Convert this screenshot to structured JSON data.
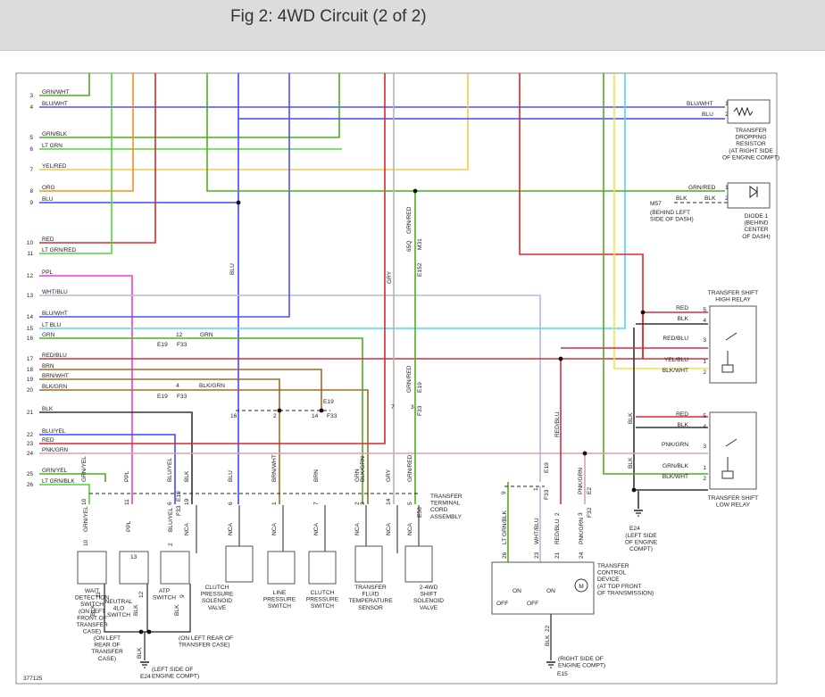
{
  "page": {
    "title": "Fig 2: 4WD Circuit (2 of 2)",
    "figure_number": "377125"
  },
  "colors": {
    "grn_wht": "#4caf1f",
    "blu_wht": "#4a52ff",
    "grn_blk": "#4caf1f",
    "lt_grn": "#52d33a",
    "yel_red": "#f5c842",
    "org": "#ff8a1e",
    "blu": "#3f48ff",
    "red": "#e1252b",
    "ppl": "#ef3bd8",
    "wht_blu": "#b8b8d8",
    "lt_blu": "#4fd6f3",
    "grn": "#4caf1f",
    "red_blu": "#d2303e",
    "brn": "#a06a28",
    "blk": "#333333",
    "gry": "#b4b4b4",
    "pnk_grn": "#d7a3a8",
    "yel_blu": "#f2df4a"
  },
  "left_circuits": [
    {
      "num": "3",
      "label": "GRN/WHT"
    },
    {
      "num": "4",
      "label": "BLU/WHT"
    },
    {
      "num": "5",
      "label": "GRN/BLK"
    },
    {
      "num": "6",
      "label": "LT GRN"
    },
    {
      "num": "7",
      "label": "YEL/RED"
    },
    {
      "num": "8",
      "label": "ORG"
    },
    {
      "num": "9",
      "label": "BLU"
    },
    {
      "num": "10",
      "label": "RED"
    },
    {
      "num": "11",
      "label": "LT GRN/RED"
    },
    {
      "num": "12",
      "label": "PPL"
    },
    {
      "num": "13",
      "label": "WHT/BLU"
    },
    {
      "num": "14",
      "label": "BLU/WHT"
    },
    {
      "num": "15",
      "label": "LT BLU"
    },
    {
      "num": "16",
      "label": "GRN"
    },
    {
      "num": "17",
      "label": "RED/BLU"
    },
    {
      "num": "18",
      "label": "BRN"
    },
    {
      "num": "19",
      "label": "BRN/WHT"
    },
    {
      "num": "20",
      "label": "BLK/GRN"
    },
    {
      "num": "21",
      "label": "BLK"
    },
    {
      "num": "22",
      "label": "BLU/YEL"
    },
    {
      "num": "23",
      "label": "RED"
    },
    {
      "num": "24",
      "label": "PNK/GRN"
    },
    {
      "num": "25",
      "label": "GRN/YEL"
    },
    {
      "num": "26",
      "label": "LT GRN/BLK"
    }
  ],
  "inline": {
    "c16_pin": "12",
    "c16_conn_a": "E19",
    "c16_conn_b": "F33",
    "c16_wire": "GRN",
    "c20_pin": "4",
    "c20_conn_a": "E19",
    "c20_conn_b": "F33",
    "c20_wire": "BLK/GRN",
    "vert_blu": "BLU",
    "vert_gry": "GRY",
    "vert_grn_red": "GRN/RED",
    "e152": "E152",
    "m31": "M31",
    "pin_65q": "65Q",
    "pin16": "16",
    "pin2": "2",
    "pin14": "14",
    "conn_e19": "E19",
    "conn_f33": "F33",
    "pin7": "7",
    "pin3": "3",
    "vert_grn_red2": "GRN/RED",
    "e19b": "E19",
    "f33b": "F33"
  },
  "resistor": {
    "name": "TRANSFER\nDROPPING\nRESISTOR\n(AT RIGHT SIDE\nOF ENGINE COMPT)",
    "wire1": "BLU/WHT",
    "wire2": "BLU",
    "pin1": "1",
    "pin2": "2"
  },
  "diode": {
    "name": "DIODE 1\n(BEHIND\nCENTER\nOF DASH)",
    "wire1": "GRN/RED",
    "wire2": "BLK",
    "wire2b": "BLK",
    "pin1": "1",
    "pin2": "2",
    "conn": "M57",
    "conn_loc": "(BEHIND LEFT\nSIDE OF DASH)"
  },
  "high_relay": {
    "name": "TRANSFER SHIFT\nHIGH RELAY",
    "pins": [
      {
        "num": "5",
        "wire": "RED"
      },
      {
        "num": "4",
        "wire": "BLK"
      },
      {
        "num": "3",
        "wire": "RED/BLU"
      },
      {
        "num": "1",
        "wire": "YEL/BLU"
      },
      {
        "num": "2",
        "wire": "BLK/WHT"
      }
    ]
  },
  "low_relay": {
    "name": "TRANSFER SHIFT\nLOW RELAY",
    "pins": [
      {
        "num": "5",
        "wire": "RED"
      },
      {
        "num": "4",
        "wire": "BLK"
      },
      {
        "num": "3",
        "wire": "PNK/GRN"
      },
      {
        "num": "1",
        "wire": "GRN/BLK"
      },
      {
        "num": "2",
        "wire": "BLK/WHT"
      }
    ]
  },
  "right_blk": "BLK",
  "right_blk2": "BLK",
  "ground_e24_right": {
    "id": "E24",
    "loc": "(LEFT SIDE\nOF ENGINE\nCOMPT)"
  },
  "terminal_cord": "TRANSFER\nTERMINAL\nCORD\nASSEMBLY",
  "cord_pins": [
    {
      "num": "10",
      "wire": "GRN/YEL"
    },
    {
      "num": "11",
      "wire": "PPL"
    },
    {
      "num": "6",
      "wire": "BLU/YEL"
    },
    {
      "num": "19",
      "wire": "BLK"
    },
    {
      "num": "6",
      "wire": "BLU"
    },
    {
      "num": "1",
      "wire": "BRN/WHT"
    },
    {
      "num": "7",
      "wire": "BRN"
    },
    {
      "num": "2",
      "wire": "GRN"
    },
    {
      "num": "3",
      "wire": "BLK/GRN"
    },
    {
      "num": "14",
      "wire": "GRY"
    },
    {
      "num": "5",
      "wire": "GRN/RED"
    }
  ],
  "cord_conn": {
    "e19": "E19",
    "f33": "F33",
    "e56": "E56",
    "nca": "NCA"
  },
  "components": {
    "wait_switch": "WAIT\nDETECTION\nSWITCH\n(ON LEFT\nFRONT OF\nTRANSFER\nCASE)",
    "neutral_switch": "NEUTRAL\n4LO\nSWITCH",
    "atp_switch": "ATP\nSWITCH",
    "left_rear": "(ON LEFT\nREAR OF\nTRANSFER\nCASE)",
    "left_rear2": "(ON LEFT REAR OF\nTRANSFER CASE)",
    "clutch_valve": "CLUTCH\nPRESSURE\nSOLENOID\nVALVE",
    "line_switch": "LINE\nPRESSURE\nSWITCH",
    "clutch_switch": "CLUTCH\nPRESSURE\nSWITCH",
    "temp_sensor": "TRANSFER\nFLUID\nTEMPERATURE\nSENSOR",
    "shift_valve": "2-4WD\nSHIFT\nSOLENOID\nVALVE"
  },
  "switch_pins": {
    "wait": "10",
    "wait_wire": "GRN/YEL",
    "neutral": "13",
    "neutral_wire": "PPL",
    "atp": "2",
    "atp_wire": "BLU/YEL",
    "blk_11": "11",
    "blk_12": "12",
    "blk_9": "9",
    "blk": "BLK"
  },
  "ground_e24_left": {
    "id": "E24",
    "loc": "(LEFT SIDE OF\nENGINE COMPT)",
    "wire": "BLK"
  },
  "control_device": {
    "name": "TRANSFER\nCONTROL\nDEVICE\n(AT TOP FRONT\nOF TRANSMISSION)",
    "pins": [
      {
        "num": "26",
        "wire": "LT GRN/BLK"
      },
      {
        "num": "23",
        "wire": "WHT/BLU"
      },
      {
        "num": "21",
        "wire": "RED/BLU"
      },
      {
        "num": "24",
        "wire": "PNK/GRN"
      }
    ],
    "on1": "ON",
    "off1": "OFF",
    "on2": "ON",
    "off2": "OFF",
    "motor": "M",
    "conn9": "9",
    "conn1": "1",
    "conn2": "2",
    "conn3": "3",
    "e19": "E19",
    "f33": "F33",
    "e2": "E2",
    "f32": "F32",
    "blk22": "22",
    "blk": "BLK",
    "red_blu": "RED/BLU",
    "pnk_grn": "PNK/GRN"
  },
  "ground_e15": {
    "id": "E15",
    "loc": "(RIGHT SIDE OF\nENGINE COMPT)",
    "wire": "BLK"
  }
}
